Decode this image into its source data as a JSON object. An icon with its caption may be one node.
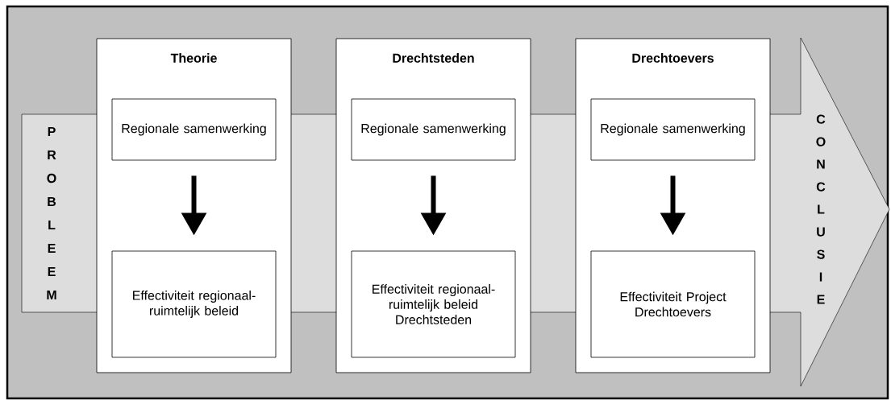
{
  "diagram": {
    "nodes": [
      {
        "text": [
          "PROBLEEM"
        ]
      },
      {
        "text": [
          "Theorie"
        ]
      },
      {
        "text": [
          "Regionale samenwerking"
        ],
        "in": 1
      },
      {
        "text": [
          "Effectiviteit regionaal-ruimtelijk beleid"
        ],
        "in": 1
      },
      {
        "text": [
          "Drechtsteden"
        ]
      },
      {
        "text": [
          "Regionale samenwerking"
        ],
        "in": 4
      },
      {
        "text": [
          "Effectiviteit regionaal-ruimtelijk beleid Drechtsteden"
        ],
        "in": 4
      },
      {
        "text": [
          "Drechtoevers"
        ]
      },
      {
        "text": [
          "Regionale samenwerking"
        ],
        "in": 7
      },
      {
        "text": [
          "Effectiviteit Project Drechtoevers"
        ],
        "in": 7
      },
      {
        "text": [
          "CONCLUSIE"
        ]
      }
    ],
    "edges": [
      {
        "from": 2,
        "to": 3,
        "arrow": "to"
      },
      {
        "from": 5,
        "to": 6,
        "arrow": "to"
      },
      {
        "from": 8,
        "to": 9,
        "arrow": "to"
      }
    ]
  }
}
